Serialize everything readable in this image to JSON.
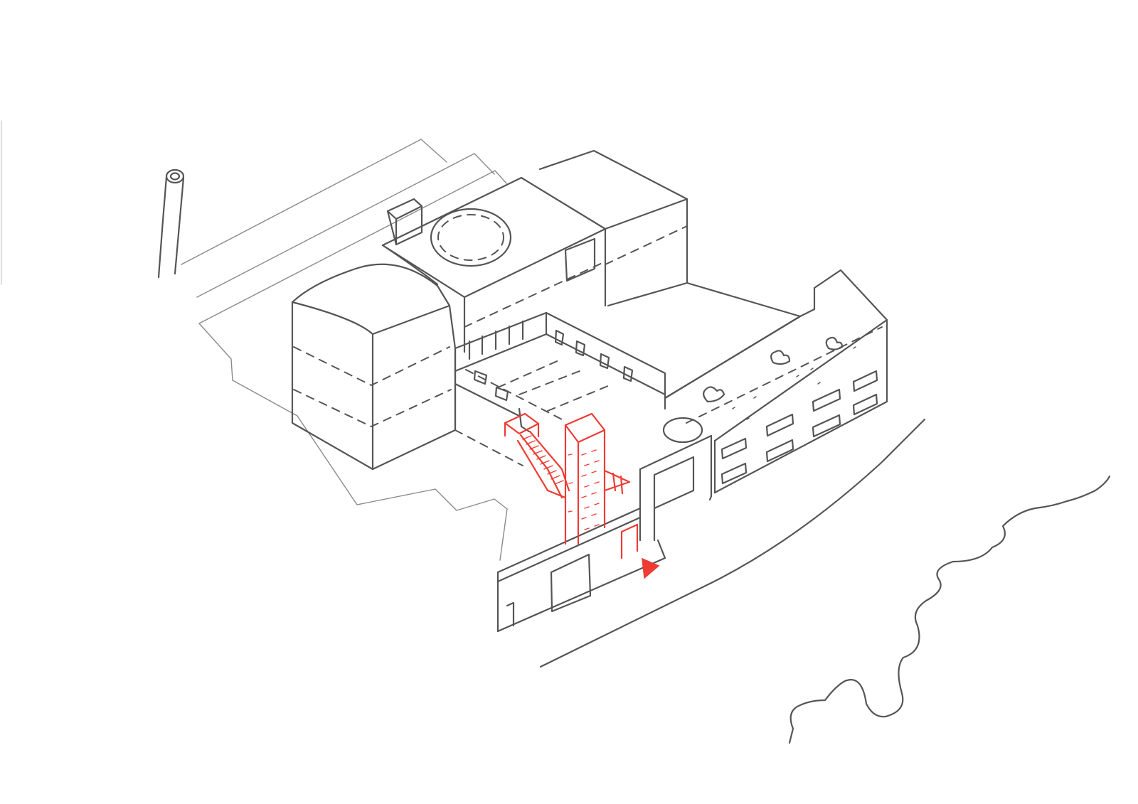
{
  "colors": {
    "paper": "#ffffff",
    "ink": "#555555",
    "ink_light": "#8a8a8a",
    "accent": "#ee3b33"
  },
  "elements": [
    "site-plan",
    "chimney",
    "vaulted-hall",
    "central-block",
    "rear-block",
    "courtyard",
    "flat-roof-block",
    "green-roof-wing",
    "street-facade",
    "red-stair-tower",
    "red-fire-escape",
    "red-entrance-door",
    "entrance-marker",
    "street-edge",
    "river-edge"
  ]
}
